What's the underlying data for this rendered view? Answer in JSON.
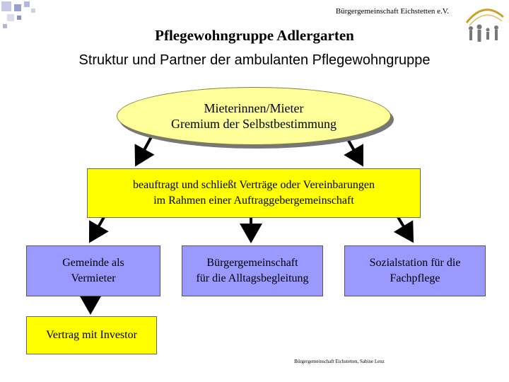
{
  "header": {
    "org": "Bürgergemeinschaft Eichstetten e.V."
  },
  "title": "Pflegewohngruppe Adlergarten",
  "subtitle": "Struktur und Partner der ambulanten Pflegewohngruppe",
  "tenants": {
    "line1": "Mieterinnen/Mieter",
    "line2": "Gremium der Selbstbestimmung"
  },
  "contract": {
    "line1": "beauftragt und schließt Verträge oder Vereinbarungen",
    "line2": "im Rahmen einer Auftraggebergemeinschaft"
  },
  "partners": {
    "gemeinde": {
      "line1": "Gemeinde als",
      "line2": "Vermieter"
    },
    "buerger": {
      "line1": "Bürgergemeinschaft",
      "line2": "für die Alltagsbegleitung"
    },
    "sozial": {
      "line1": "Sozialstation für die",
      "line2": "Fachpflege"
    }
  },
  "investor": "Vertrag mit Investor",
  "footer": "Bürgergemeinschaft Eichstetten, Sabine Lenz",
  "colors": {
    "ellipse_fill": "#ffff99",
    "box_yellow": "#ffff00",
    "partner_blue": "#9999ff",
    "logo_gold": "#c9a227"
  },
  "icons": {
    "corner": "decorative-squares-icon",
    "logo": "people-walking-logo-icon"
  }
}
